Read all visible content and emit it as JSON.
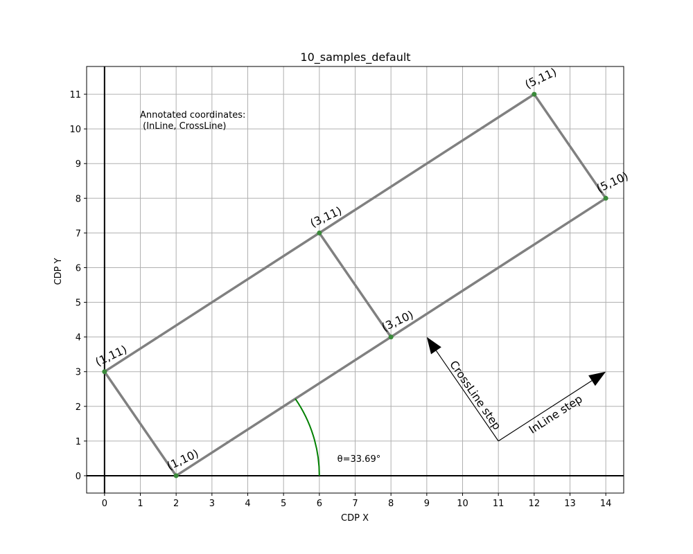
{
  "chart_data": {
    "type": "line",
    "title": "10_samples_default",
    "xlabel": "CDP X",
    "ylabel": "CDP Y",
    "xlim": [
      -0.5,
      14.5
    ],
    "ylim": [
      -0.5,
      11.8
    ],
    "xticks": [
      0,
      1,
      2,
      3,
      4,
      5,
      6,
      7,
      8,
      9,
      10,
      11,
      12,
      13,
      14
    ],
    "yticks": [
      0,
      1,
      2,
      3,
      4,
      5,
      6,
      7,
      8,
      9,
      10,
      11
    ],
    "grid": true,
    "annotation_note": "Annotated coordinates:\n (InLine, CrossLine)",
    "points": [
      {
        "x": 2,
        "y": 0,
        "label": "(1,10)"
      },
      {
        "x": 0,
        "y": 3,
        "label": "(1,11)"
      },
      {
        "x": 8,
        "y": 4,
        "label": "(3,10)"
      },
      {
        "x": 6,
        "y": 7,
        "label": "(3,11)"
      },
      {
        "x": 14,
        "y": 8,
        "label": "(5,10)"
      },
      {
        "x": 12,
        "y": 11,
        "label": "(5,11)"
      }
    ],
    "segments": [
      {
        "from": [
          2,
          0
        ],
        "to": [
          14,
          8
        ]
      },
      {
        "from": [
          0,
          3
        ],
        "to": [
          12,
          11
        ]
      },
      {
        "from": [
          2,
          0
        ],
        "to": [
          0,
          3
        ]
      },
      {
        "from": [
          8,
          4
        ],
        "to": [
          6,
          7
        ]
      },
      {
        "from": [
          14,
          8
        ],
        "to": [
          12,
          11
        ]
      }
    ],
    "angle": {
      "center": [
        2,
        0
      ],
      "radius": 4,
      "degrees": 33.69,
      "label": "θ=33.69°",
      "label_pos": [
        6.5,
        0.5
      ]
    },
    "steps": [
      {
        "label": "InLine step",
        "from": [
          11,
          1
        ],
        "to": [
          14,
          3
        ]
      },
      {
        "label": "CrossLine step",
        "from": [
          11,
          1
        ],
        "to": [
          9,
          4
        ]
      }
    ],
    "colors": {
      "outline": "#808080",
      "points": "#3a8a3a",
      "angle": "#008000",
      "grid": "#b0b0b0",
      "axes": "#000000"
    }
  }
}
